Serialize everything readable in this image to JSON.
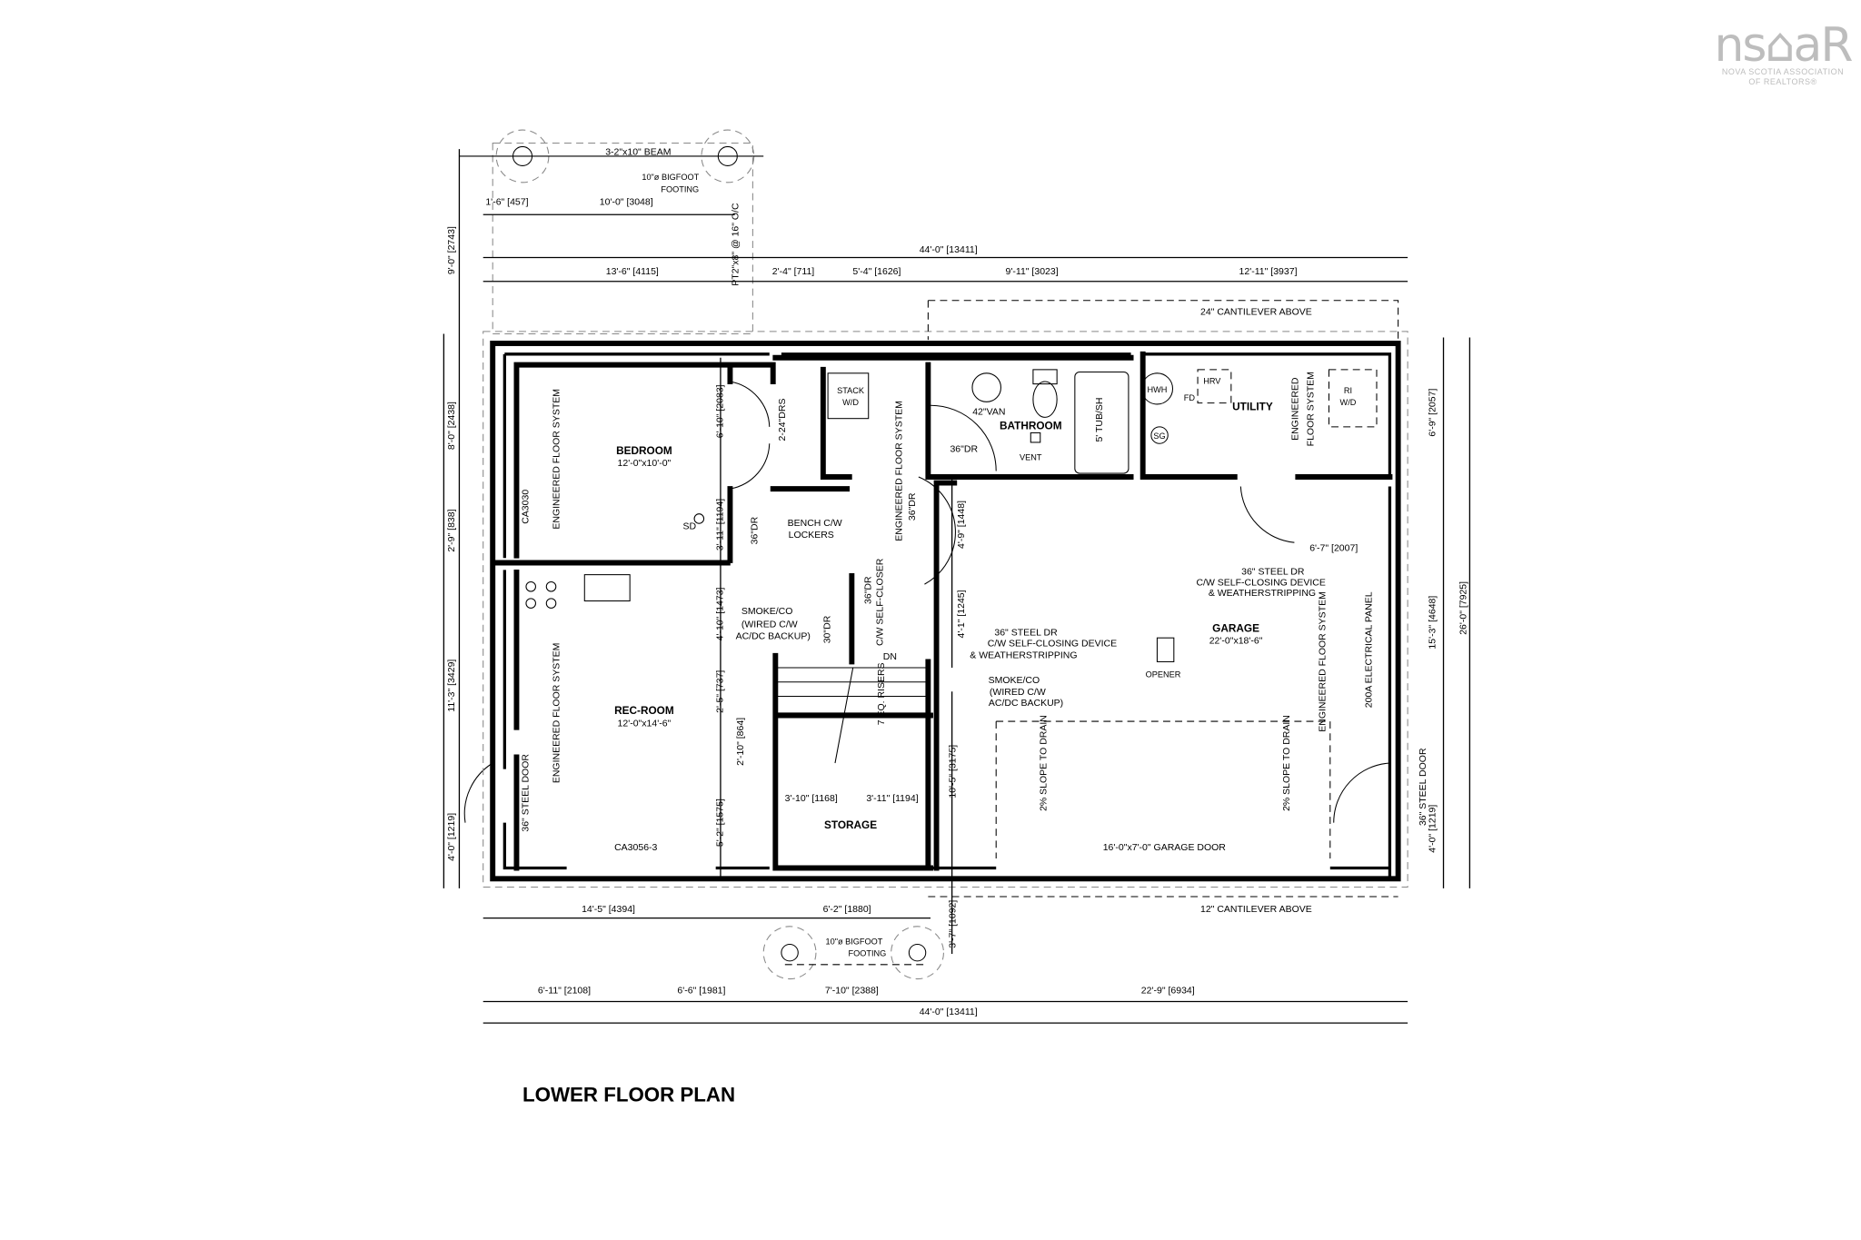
{
  "logo": {
    "mark": "ns^aR",
    "line1": "NOVA SCOTIA ASSOCIATION",
    "line2": "OF REALTORS®"
  },
  "plan": {
    "title": "LOWER FLOOR PLAN",
    "labels": {
      "beam": "3-2\"x10\" BEAM",
      "footing_top_1": "10\"ø BIGFOOT",
      "footing_top_2": "FOOTING",
      "dim_1_6": "1'-6\" [457]",
      "dim_10_0": "10'-0\" [3048]",
      "pt_joists": "PT2\"x8\" @ 16\" O/C",
      "dim_9_0": "9'-0\" [2743]",
      "dim_44_top": "44'-0\" [13411]",
      "dim_13_6": "13'-6\" [4115]",
      "dim_2_4": "2'-4\" [711]",
      "dim_5_4": "5'-4\" [1626]",
      "dim_9_11": "9'-11\" [3023]",
      "dim_12_11": "12'-11\" [3937]",
      "cantilever_top": "24\" CANTILEVER ABOVE",
      "dim_8_0": "8'-0\" [2438]",
      "dim_2_9": "2'-9\" [838]",
      "dim_11_3": "11'-3\" [3429]",
      "dim_4_0_left": "4'-0\" [1219]",
      "dim_6_9": "6'-9\" [2057]",
      "dim_26_0": "26'-0\" [7925]",
      "dim_15_3": "15'-3\" [4648]",
      "dim_4_0_right": "4'-0\" [1219]",
      "garage_steel_door": "36\" STEEL DOOR",
      "bedroom": "BEDROOM",
      "bedroom_size": "12'-0\"x10'-0\"",
      "bedroom_floor": "ENGINEERED FLOOR SYSTEM",
      "window_ca3030": "CA3030",
      "sd": "SD",
      "dim_6_10": "6'-10\" [2083]",
      "closet_doors": "2-24\"DRS",
      "dim_3_11": "3'-11\" [1194]",
      "bedroom_door": "36\"DR",
      "stack_1": "STACK",
      "stack_2": "W/D",
      "hall_floor": "ENGINEERED FLOOR SYSTEM",
      "hall_door": "36\"DR",
      "vanity": "42\"VAN",
      "bathroom": "BATHROOM",
      "vent": "VENT",
      "bath_door": "36\"DR",
      "tub": "5' TUB/SH",
      "hwh": "HWH",
      "hrv": "HRV",
      "fd": "FD",
      "utility": "UTILITY",
      "utility_floor_1": "ENGINEERED",
      "utility_floor_2": "FLOOR SYSTEM",
      "ri_1": "RI",
      "ri_2": "W/D",
      "sg": "SG",
      "bench_1": "BENCH C/W",
      "bench_2": "LOCKERS",
      "dim_4_9": "4'-9\" [1448]",
      "dim_6_7": "6'-7\" [2007]",
      "util_door_1": "36\" STEEL DR",
      "util_door_2": "C/W SELF-CLOSING DEVICE",
      "util_door_3": "& WEATHERSTRIPPING",
      "garage": "GARAGE",
      "garage_size": "22'-0\"x18'-6\"",
      "garage_floor": "ENGINEERED FLOOR SYSTEM",
      "panel": "200A ELECTRICAL PANEL",
      "opener": "OPENER",
      "dim_4_10": "4'-10\" [1473]",
      "smoke1_1": "SMOKE/CO",
      "smoke1_2": "(WIRED C/W",
      "smoke1_3": "AC/DC BACKUP)",
      "door_30": "30\"DR",
      "self_closer_1": "36\"DR",
      "self_closer_2": "C/W SELF-CLOSER",
      "dim_4_1": "4'-1\" [1245]",
      "garage_door_1": "36\" STEEL DR",
      "garage_door_2": "C/W SELF-CLOSING DEVICE",
      "garage_door_3": "& WEATHERSTRIPPING",
      "dn": "DN",
      "risers": "7 EQ. RISERS",
      "smoke2_1": "SMOKE/CO",
      "smoke2_2": "(WIRED C/W",
      "smoke2_3": "AC/DC BACKUP)",
      "dim_2_5": "2'-5\" [737]",
      "dim_2_10": "2'-10\" [864]",
      "rec_room": "REC-ROOM",
      "rec_room_size": "12'-0\"x14'-6\"",
      "rec_floor": "ENGINEERED FLOOR SYSTEM",
      "rec_steel_door": "36\" STEEL DOOR",
      "dim_5_2": "5'-2\" [1575]",
      "dim_3_10": "3'-10\" [1168]",
      "dim_3_11b": "3'-11\" [1194]",
      "storage": "STORAGE",
      "dim_10_5": "10'-5\" [3175]",
      "slope_1": "2% SLOPE TO DRAIN",
      "slope_2": "2% SLOPE TO DRAIN",
      "overhead_door": "16'-0\"x7'-0\" GARAGE DOOR",
      "window_ca3056": "CA3056-3",
      "dim_14_5": "14'-5\" [4394]",
      "dim_6_2": "6'-2\" [1880]",
      "dim_3_7": "3'-7\" [1092]",
      "cantilever_bottom": "12\" CANTILEVER ABOVE",
      "footing_bot_1": "10\"ø BIGFOOT",
      "footing_bot_2": "FOOTING",
      "dim_6_11": "6'-11\" [2108]",
      "dim_6_6": "6'-6\" [1981]",
      "dim_7_10": "7'-10\" [2388]",
      "dim_22_9": "22'-9\" [6934]",
      "dim_44_bottom": "44'-0\" [13411]"
    }
  }
}
